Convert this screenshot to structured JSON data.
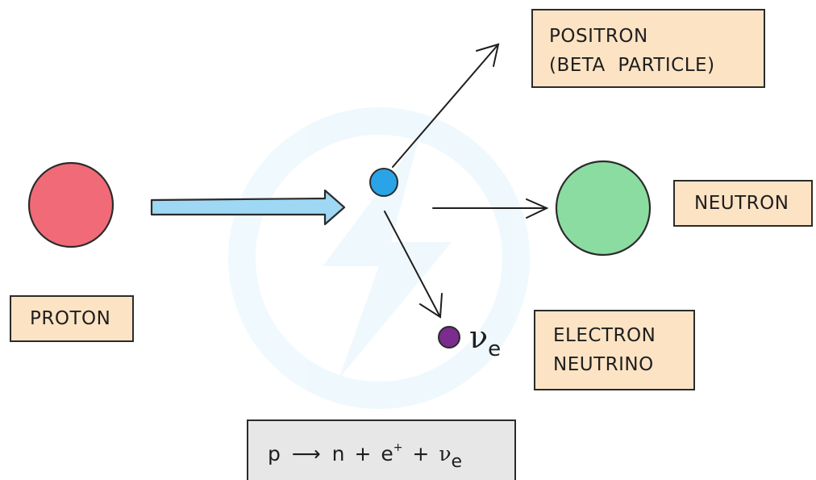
{
  "labels": {
    "proton": "PROTON",
    "positron_line1": "POSITRON",
    "positron_line2": "(BETA  PARTICLE)",
    "neutron": "NEUTRON",
    "neutrino_line1": "ELECTRON",
    "neutrino_line2": "NEUTRINO",
    "neutrino_symbol": "ν",
    "neutrino_subscript": "e"
  },
  "equation": {
    "p": "p",
    "arrow": "⟶",
    "n": "n",
    "plus": "+",
    "e": "e",
    "e_charge": "+",
    "nu": "ν",
    "nu_subscript": "e"
  },
  "colors": {
    "proton": "#f06b77",
    "neutron": "#8bdca0",
    "positron": "#2aa4e6",
    "neutrino": "#7b2c8e",
    "incoming_arrow": "#9fd8f4",
    "label_fill": "#fce3c4",
    "equation_fill": "#e7e7e7"
  }
}
